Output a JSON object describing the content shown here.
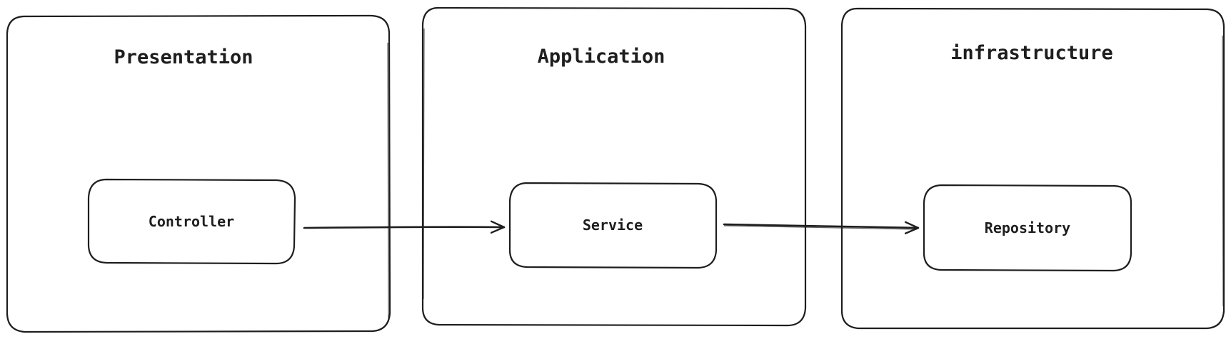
{
  "diagram": {
    "layers": [
      {
        "id": "presentation",
        "title": "Presentation"
      },
      {
        "id": "application",
        "title": "Application"
      },
      {
        "id": "infrastructure",
        "title": "infrastructure"
      }
    ],
    "components": [
      {
        "id": "controller",
        "label": "Controller",
        "layer": "presentation"
      },
      {
        "id": "service",
        "label": "Service",
        "layer": "application"
      },
      {
        "id": "repository",
        "label": "Repository",
        "layer": "infrastructure"
      }
    ],
    "connections": [
      {
        "from": "controller",
        "to": "service"
      },
      {
        "from": "service",
        "to": "repository"
      }
    ],
    "colors": {
      "stroke": "#1e1e1e",
      "background": "#ffffff"
    }
  }
}
